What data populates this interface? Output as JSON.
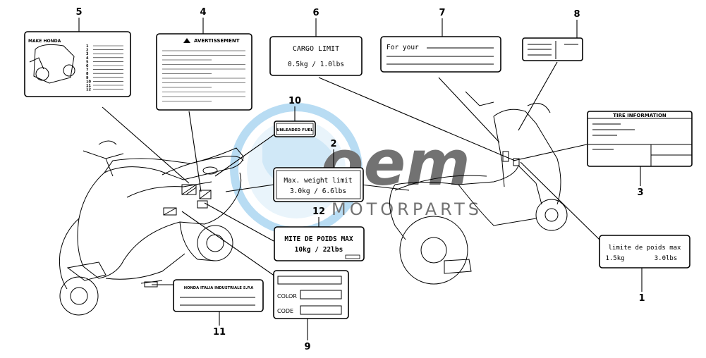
{
  "callouts": {
    "n1": "1",
    "n2": "2",
    "n3": "3",
    "n4": "4",
    "n5": "5",
    "n6": "6",
    "n7": "7",
    "n8": "8",
    "n9": "9",
    "n10": "10",
    "n11": "11",
    "n12": "12"
  },
  "labels": {
    "make_honda": "MAKE HONDA",
    "make_honda_list": [
      "1",
      "2",
      "3",
      "4",
      "5",
      "6",
      "7",
      "8",
      "9",
      "10",
      "11",
      "12"
    ],
    "avertissement": "AVERTISSEMENT",
    "cargo_title": "CARGO LIMIT",
    "cargo_value": "0.5kg  /  1.0lbs",
    "for_your": "For your",
    "tire_info": "TIRE  INFORMATION",
    "unleaded": "UNLEADED FUEL",
    "max_weight_title": "Max. weight limit",
    "max_weight_value": "3.0kg  / 6.6lbs",
    "mite_title": "MITE DE POIDS MAX",
    "mite_value": "10kg  / 22lbs",
    "limite_title": "limite de poids max",
    "limite_kg": "1.5kg",
    "limite_lbs": "3.0lbs",
    "honda_italia": "HONDA ITALIA INDUSTRIALE S.P.A",
    "color": "COLOR",
    "code": "CODE"
  },
  "watermark": {
    "brand": "oem",
    "sub": "MOTORPARTS",
    "color": "#3f9fd8"
  }
}
